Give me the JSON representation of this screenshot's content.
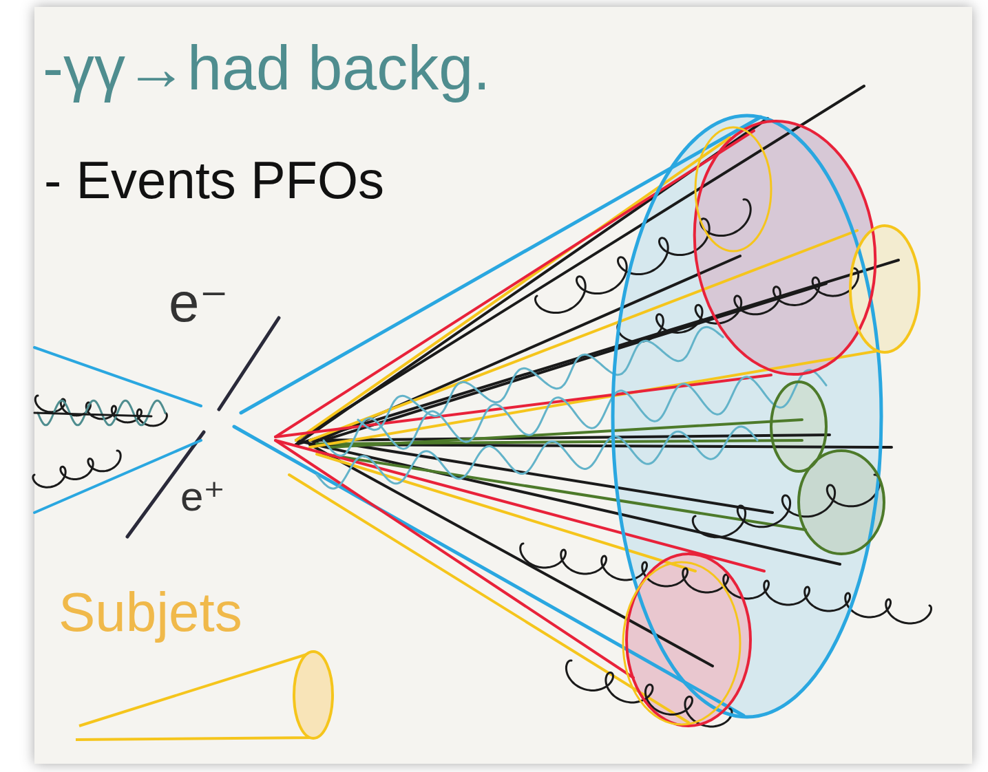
{
  "diagram": {
    "labels": [
      "-γγ→had backg.",
      "- Events PFOs",
      "e⁻",
      "e⁺",
      "Subjets"
    ]
  }
}
